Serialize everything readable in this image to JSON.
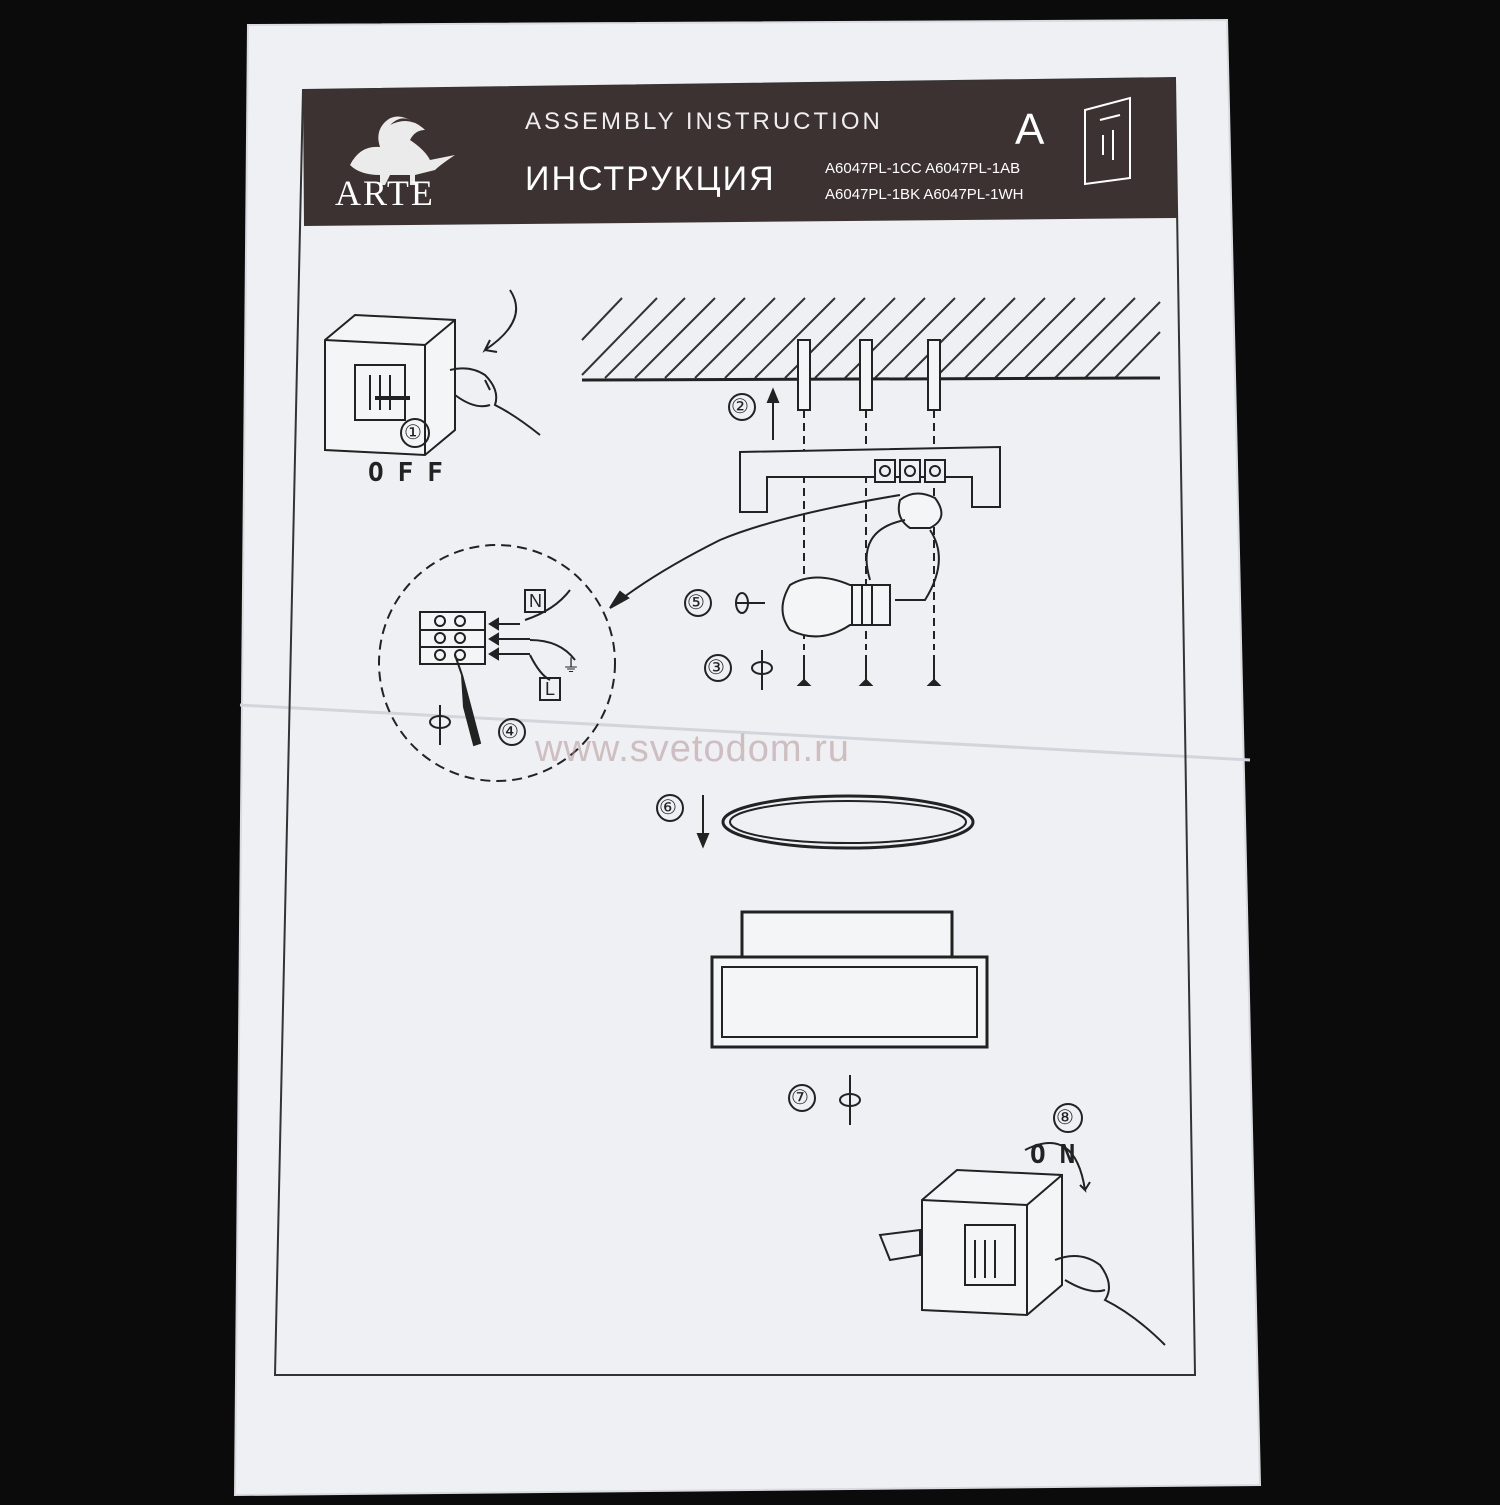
{
  "header": {
    "brand": "ARTE",
    "title_en": "ASSEMBLY INSTRUCTION",
    "title_ru": "ИНСТРУКЦИЯ",
    "letter": "A",
    "models": [
      "A6047PL-1CC A6047PL-1AB",
      "A6047PL-1BK A6047PL-1WH"
    ]
  },
  "steps": {
    "s1": "①",
    "s2": "②",
    "s3": "③",
    "s4": "④",
    "s5": "⑤",
    "s6": "⑥",
    "s7": "⑦",
    "s8": "⑧"
  },
  "switch_off": "OFF",
  "switch_on": "ON",
  "wiring": {
    "neutral": "N",
    "live": "L",
    "earth_symbol": "⏚"
  },
  "watermark": "www.svetodom.ru",
  "icons": [
    "lion-logo-icon",
    "info-manual-icon",
    "breaker-box-icon",
    "hand-icon",
    "curved-arrow-icon",
    "screwdriver-icon",
    "rotate-arrow-icon",
    "bulb-icon",
    "ring-icon",
    "shade-icon"
  ]
}
